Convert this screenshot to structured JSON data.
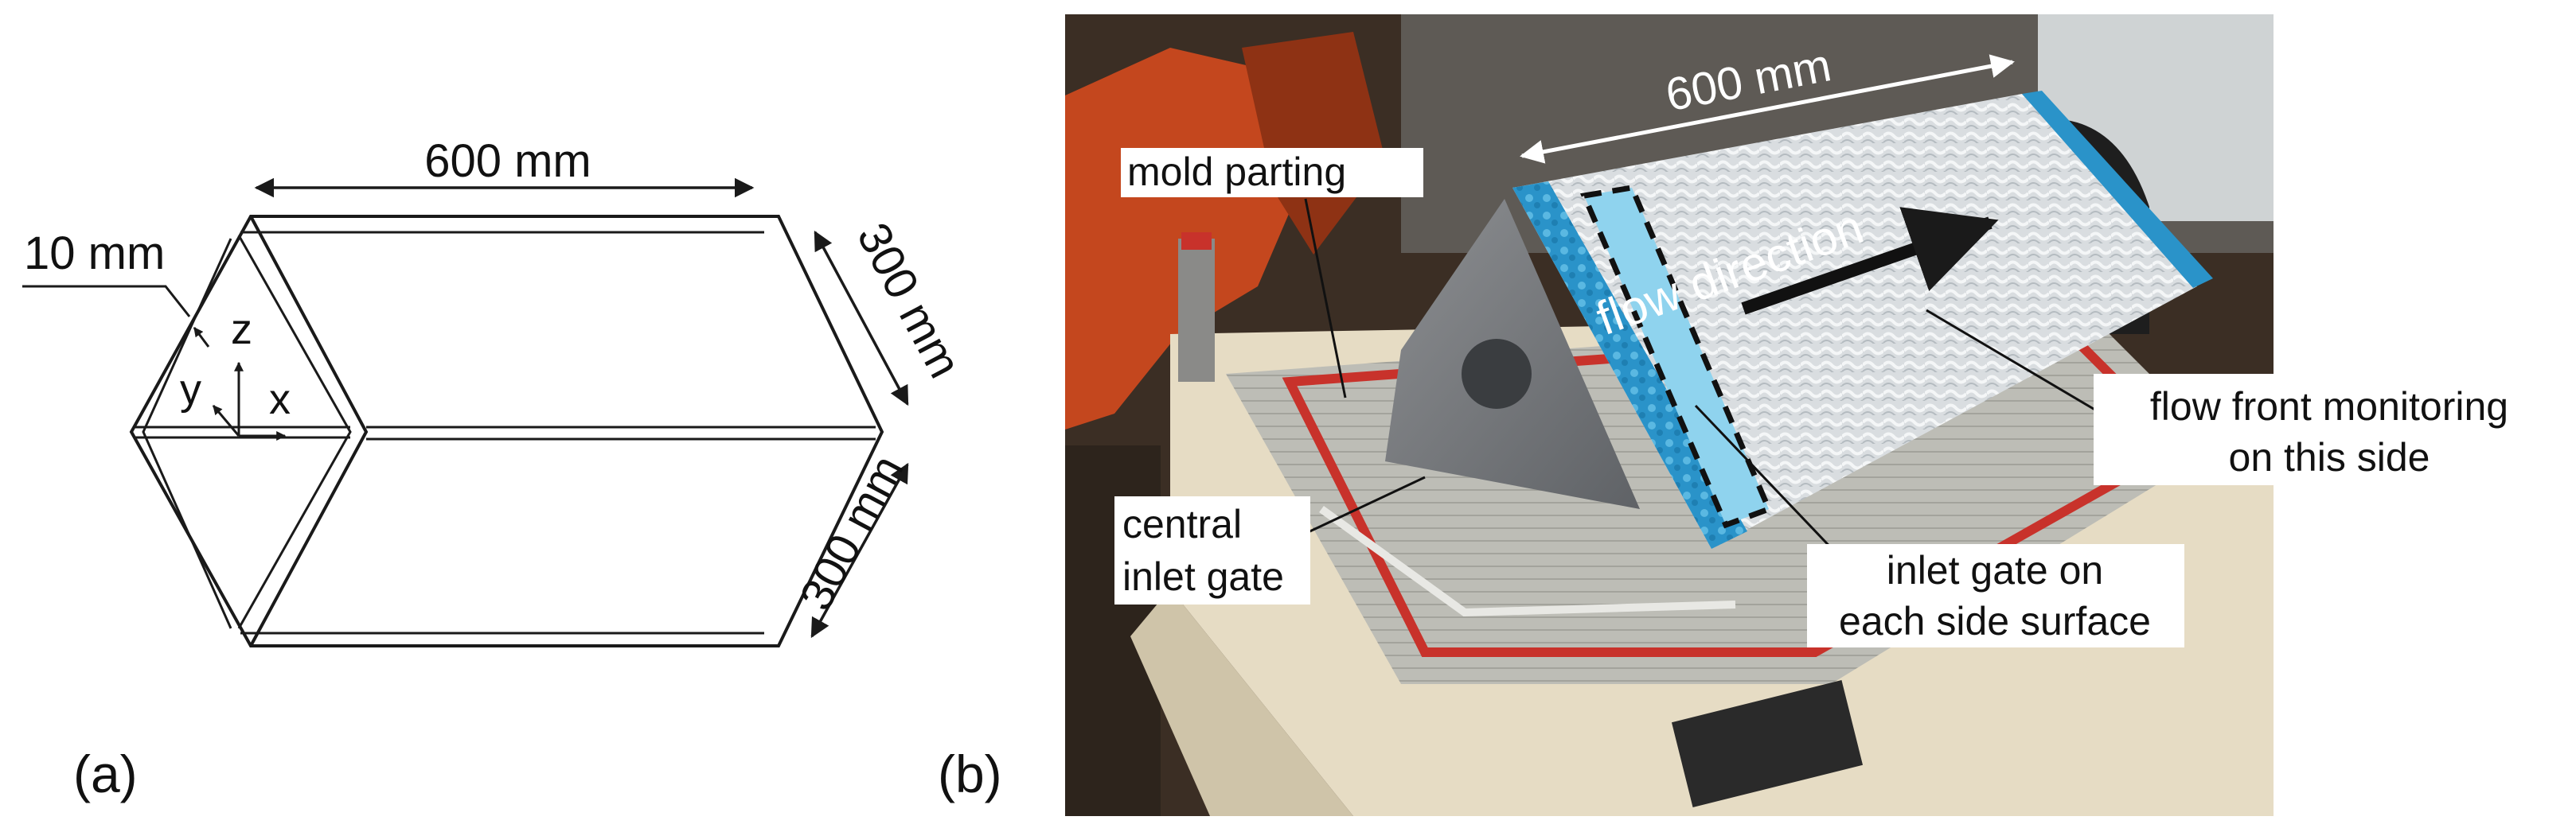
{
  "panel_a": {
    "caption": "(a)",
    "dim_length": "600 mm",
    "dim_thickness": "10 mm",
    "dim_side_top": "300 mm",
    "dim_side_bottom": "300 mm",
    "axis_z": "z",
    "axis_y": "y",
    "axis_x": "x"
  },
  "panel_b": {
    "caption": "(b)",
    "dim_length": "600 mm",
    "flow_direction": "flow direction",
    "mold_parting": "mold parting",
    "central_inlet_line1": "central",
    "central_inlet_line2": "inlet gate",
    "inlet_side_line1": "inlet gate on",
    "inlet_side_line2": "each side surface",
    "flow_front_line1": "flow front monitoring",
    "flow_front_line2": "on this side"
  },
  "colors": {
    "line": "#1a1a1a",
    "seal_red": "#c8322b",
    "gate_blue": "#2a93c9",
    "gate_light_blue": "#8fd3ee",
    "fabric": "#d9dde0",
    "mold_metal": "#b9b9b3",
    "machine_cream": "#e6dcc4",
    "background_dark": "#3b2e24",
    "robot_orange": "#c4471e"
  }
}
